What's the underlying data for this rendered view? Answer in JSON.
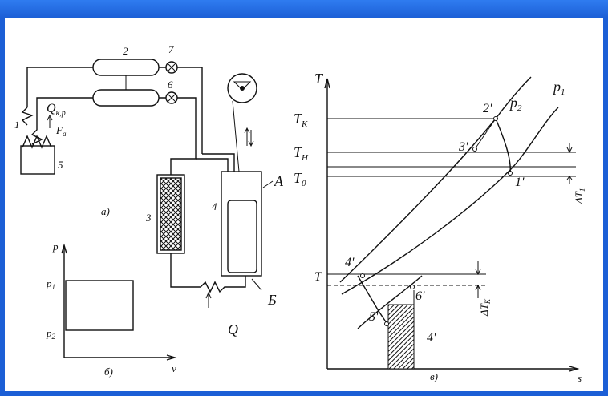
{
  "scheme": {
    "labels": {
      "n1": "1",
      "n2": "2",
      "n3": "3",
      "n4": "4",
      "n5": "5",
      "n6": "6",
      "n7": "7",
      "q_cond": "Q",
      "q_cond_sub": "к,р",
      "f_a": "F",
      "f_a_sub": "а",
      "q_heat": "Q",
      "vessel_a": "А",
      "vessel_b": "Б",
      "caption": "а)"
    }
  },
  "pv_diagram": {
    "y_axis": "p",
    "x_axis": "v",
    "p1": "p",
    "p1_sub": "1",
    "p2": "p",
    "p2_sub": "2",
    "caption": "б)"
  },
  "ts_diagram": {
    "y_axis": "T",
    "x_axis": "s",
    "tk": "T",
    "tk_sub": "К",
    "tn": "T",
    "tn_sub": "Н",
    "t0": "T",
    "t0_sub": "0",
    "t": "T",
    "p2": "p",
    "p2_sub": "2",
    "p1": "p",
    "p1_sub": "1",
    "pt_2": "2'",
    "pt_3": "3'",
    "pt_1": "1'",
    "pt_4": "4'",
    "pt_5": "5'",
    "pt_6": "6'",
    "pt_4b": "4'",
    "delta_t1": "ΔT",
    "delta_t1_sub": "1",
    "delta_tk": "ΔT",
    "delta_tk_sub": "К",
    "caption": "в)"
  },
  "colors": {
    "frame": "#1c5fd6",
    "ink": "#111111",
    "hatch": "#111111"
  }
}
